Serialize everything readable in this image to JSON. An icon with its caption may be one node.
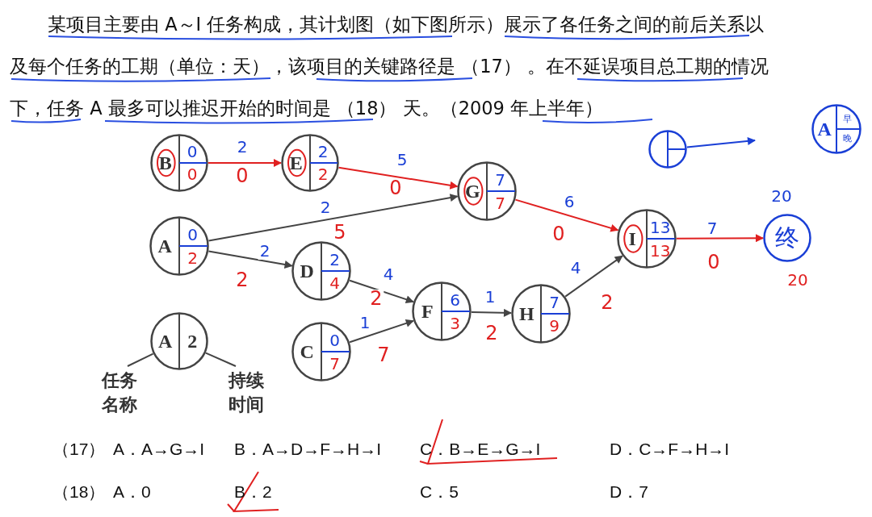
{
  "diagram": {
    "nodes": [
      {
        "text": [
          "B",
          "0",
          "0"
        ]
      },
      {
        "text": [
          "E",
          "2",
          "2"
        ]
      },
      {
        "text": [
          "G",
          "7",
          "7"
        ]
      },
      {
        "text": [
          "A",
          "0",
          "2"
        ]
      },
      {
        "text": [
          "D",
          "2",
          "4"
        ]
      },
      {
        "text": [
          "I",
          "13",
          "13"
        ]
      },
      {
        "text": [
          "终"
        ],
        "beside": [
          "20",
          "20"
        ]
      },
      {
        "text": [
          "F",
          "6",
          "3"
        ]
      },
      {
        "text": [
          "H",
          "7",
          "9"
        ]
      },
      {
        "text": [
          "C",
          "0",
          "7"
        ]
      },
      {
        "text": [
          "A",
          "2"
        ]
      },
      {
        "text": [
          "任务名称"
        ]
      },
      {
        "text": [
          "持续时间"
        ]
      },
      {
        "text": [],
        "shape": "circle"
      },
      {
        "text": [
          "A",
          "早",
          "晚"
        ]
      }
    ],
    "edges": [
      {
        "from": 0,
        "to": 1,
        "arrow": "to",
        "label": "2",
        "color": "#e02020"
      },
      {
        "from": 1,
        "to": 2,
        "arrow": "to",
        "label": "5",
        "color": "#e02020"
      },
      {
        "from": 3,
        "to": 2,
        "arrow": "to",
        "label": "2"
      },
      {
        "from": 3,
        "to": 4,
        "arrow": "to",
        "label": "2"
      },
      {
        "from": 4,
        "to": 7,
        "arrow": "to",
        "label": "4"
      },
      {
        "from": 9,
        "to": 7,
        "arrow": "to",
        "label": "1"
      },
      {
        "from": 7,
        "to": 8,
        "arrow": "to",
        "label": "1"
      },
      {
        "from": 2,
        "to": 5,
        "arrow": "to",
        "label": "6",
        "color": "#e02020"
      },
      {
        "from": 8,
        "to": 5,
        "arrow": "to",
        "label": "4"
      },
      {
        "from": 5,
        "to": 6,
        "arrow": "to",
        "label": "7",
        "color": "#e02020"
      },
      {
        "from": 11,
        "to": 10,
        "arrow": "none"
      },
      {
        "from": 12,
        "to": 10,
        "arrow": "none"
      },
      {
        "from": 13,
        "to": null,
        "arrow": "to",
        "color": "#1a3fd6"
      }
    ],
    "labels": [
      "某项目主要由 A～I 任务构成，其计划图（如下图所示）展示了各任务之间的前后关系以及每个任务的工期（单位：天），该项目的关键路径是 （17） 。在不延误项目总工期的情况下，任务 A 最多可以推迟开始的时间是 （18） 天。（2009 年上半年）",
      "0",
      "0",
      "5",
      "2",
      "2",
      "7",
      "2",
      "0",
      "2",
      "0",
      "（17）",
      "A．A→G→I",
      "B．A→D→F→H→I",
      "C．B→E→G→I",
      "D．C→F→H→I",
      "（18）",
      "A．0",
      "B．2",
      "C．5",
      "D．7"
    ]
  }
}
